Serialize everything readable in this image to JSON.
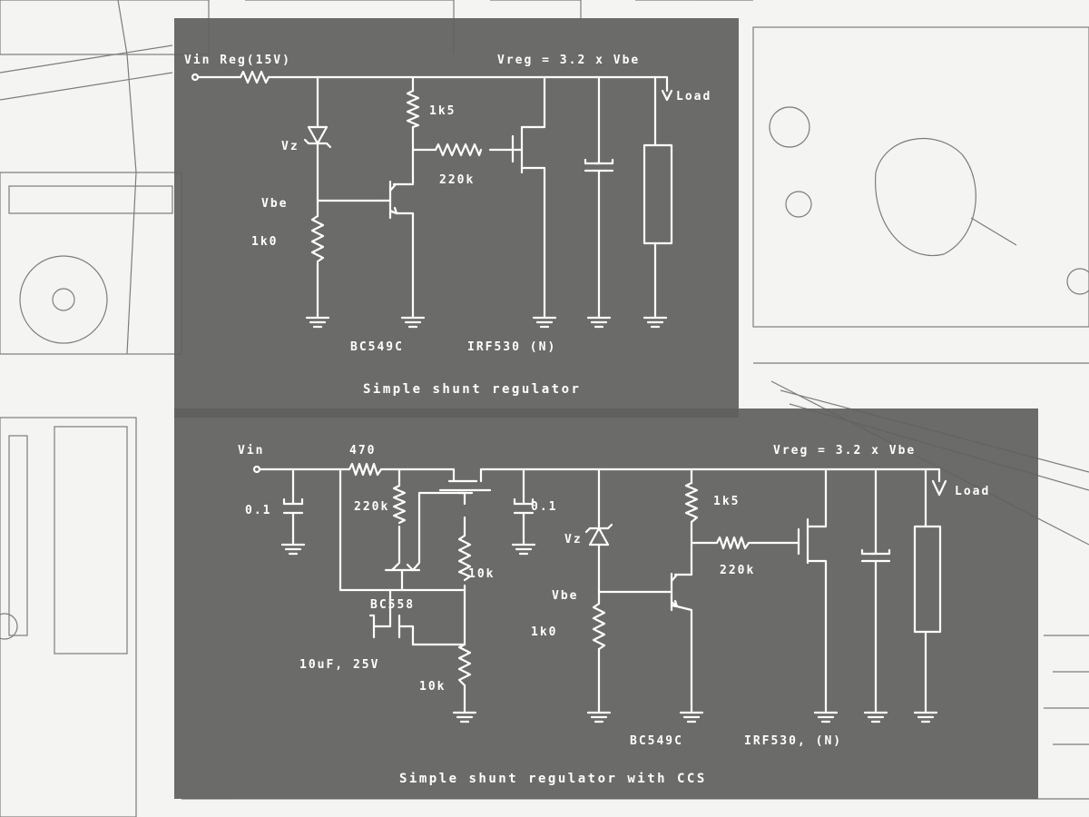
{
  "colors": {
    "overlay": "#606060",
    "ink": "#ffffff",
    "background": "#f4f4f2"
  },
  "top_diagram": {
    "input_label": "Vin Reg(15V)",
    "supply_label": "Vreg = 3.2 x Vbe",
    "load_label": "Load",
    "resistor_top": "1k5",
    "diode_label": "Vz",
    "resistor_mid": "220k",
    "vbe_label": "Vbe",
    "resistor_bottom": "1k0",
    "bjt_label": "BC549C",
    "mosfet_label": "IRF530 (N)",
    "caption": "Simple shunt regulator"
  },
  "bottom_diagram": {
    "input_label": "Vin",
    "series_resistor": "470",
    "supply_label": "Vreg = 3.2 x Vbe",
    "load_label": "Load",
    "cap_input": "0.1",
    "resistor_a": "220k",
    "cap_b": "0.1",
    "resistor_b": "10k",
    "pnp_label": "BC558",
    "cap_c": "10uF, 25V",
    "resistor_c": "10k",
    "resistor_top": "1k5",
    "diode_label": "Vz",
    "resistor_mid": "220k",
    "vbe_label": "Vbe",
    "resistor_bottom": "1k0",
    "bjt_label": "BC549C",
    "mosfet_label": "IRF530, (N)",
    "caption": "Simple shunt regulator with CCS"
  }
}
